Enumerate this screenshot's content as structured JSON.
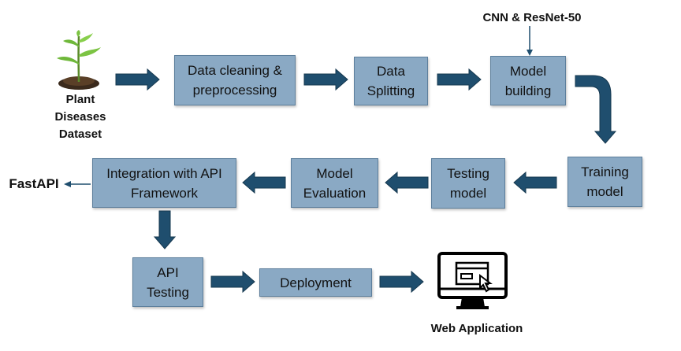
{
  "nodes": {
    "dataset_label": "Plant\nDiseases\nDataset",
    "cleaning": "Data cleaning &\npreprocessing",
    "splitting": "Data\nSplitting",
    "building": "Model\nbuilding",
    "model_note": "CNN & ResNet-50",
    "training": "Training\nmodel",
    "testing": "Testing\nmodel",
    "evaluation": "Model\nEvaluation",
    "integration": "Integration with API\nFramework",
    "fastapi": "FastAPI",
    "api_testing": "API\nTesting",
    "deployment": "Deployment",
    "web_app_label": "Web Application"
  },
  "colors": {
    "box_fill": "#8aa9c4",
    "box_border": "#5c7e9b",
    "arrow_fill": "#1f4e6e",
    "arrow_stroke": "#16384f"
  },
  "icons": [
    "plant-sprout-icon",
    "computer-monitor-icon",
    "cursor-icon"
  ]
}
